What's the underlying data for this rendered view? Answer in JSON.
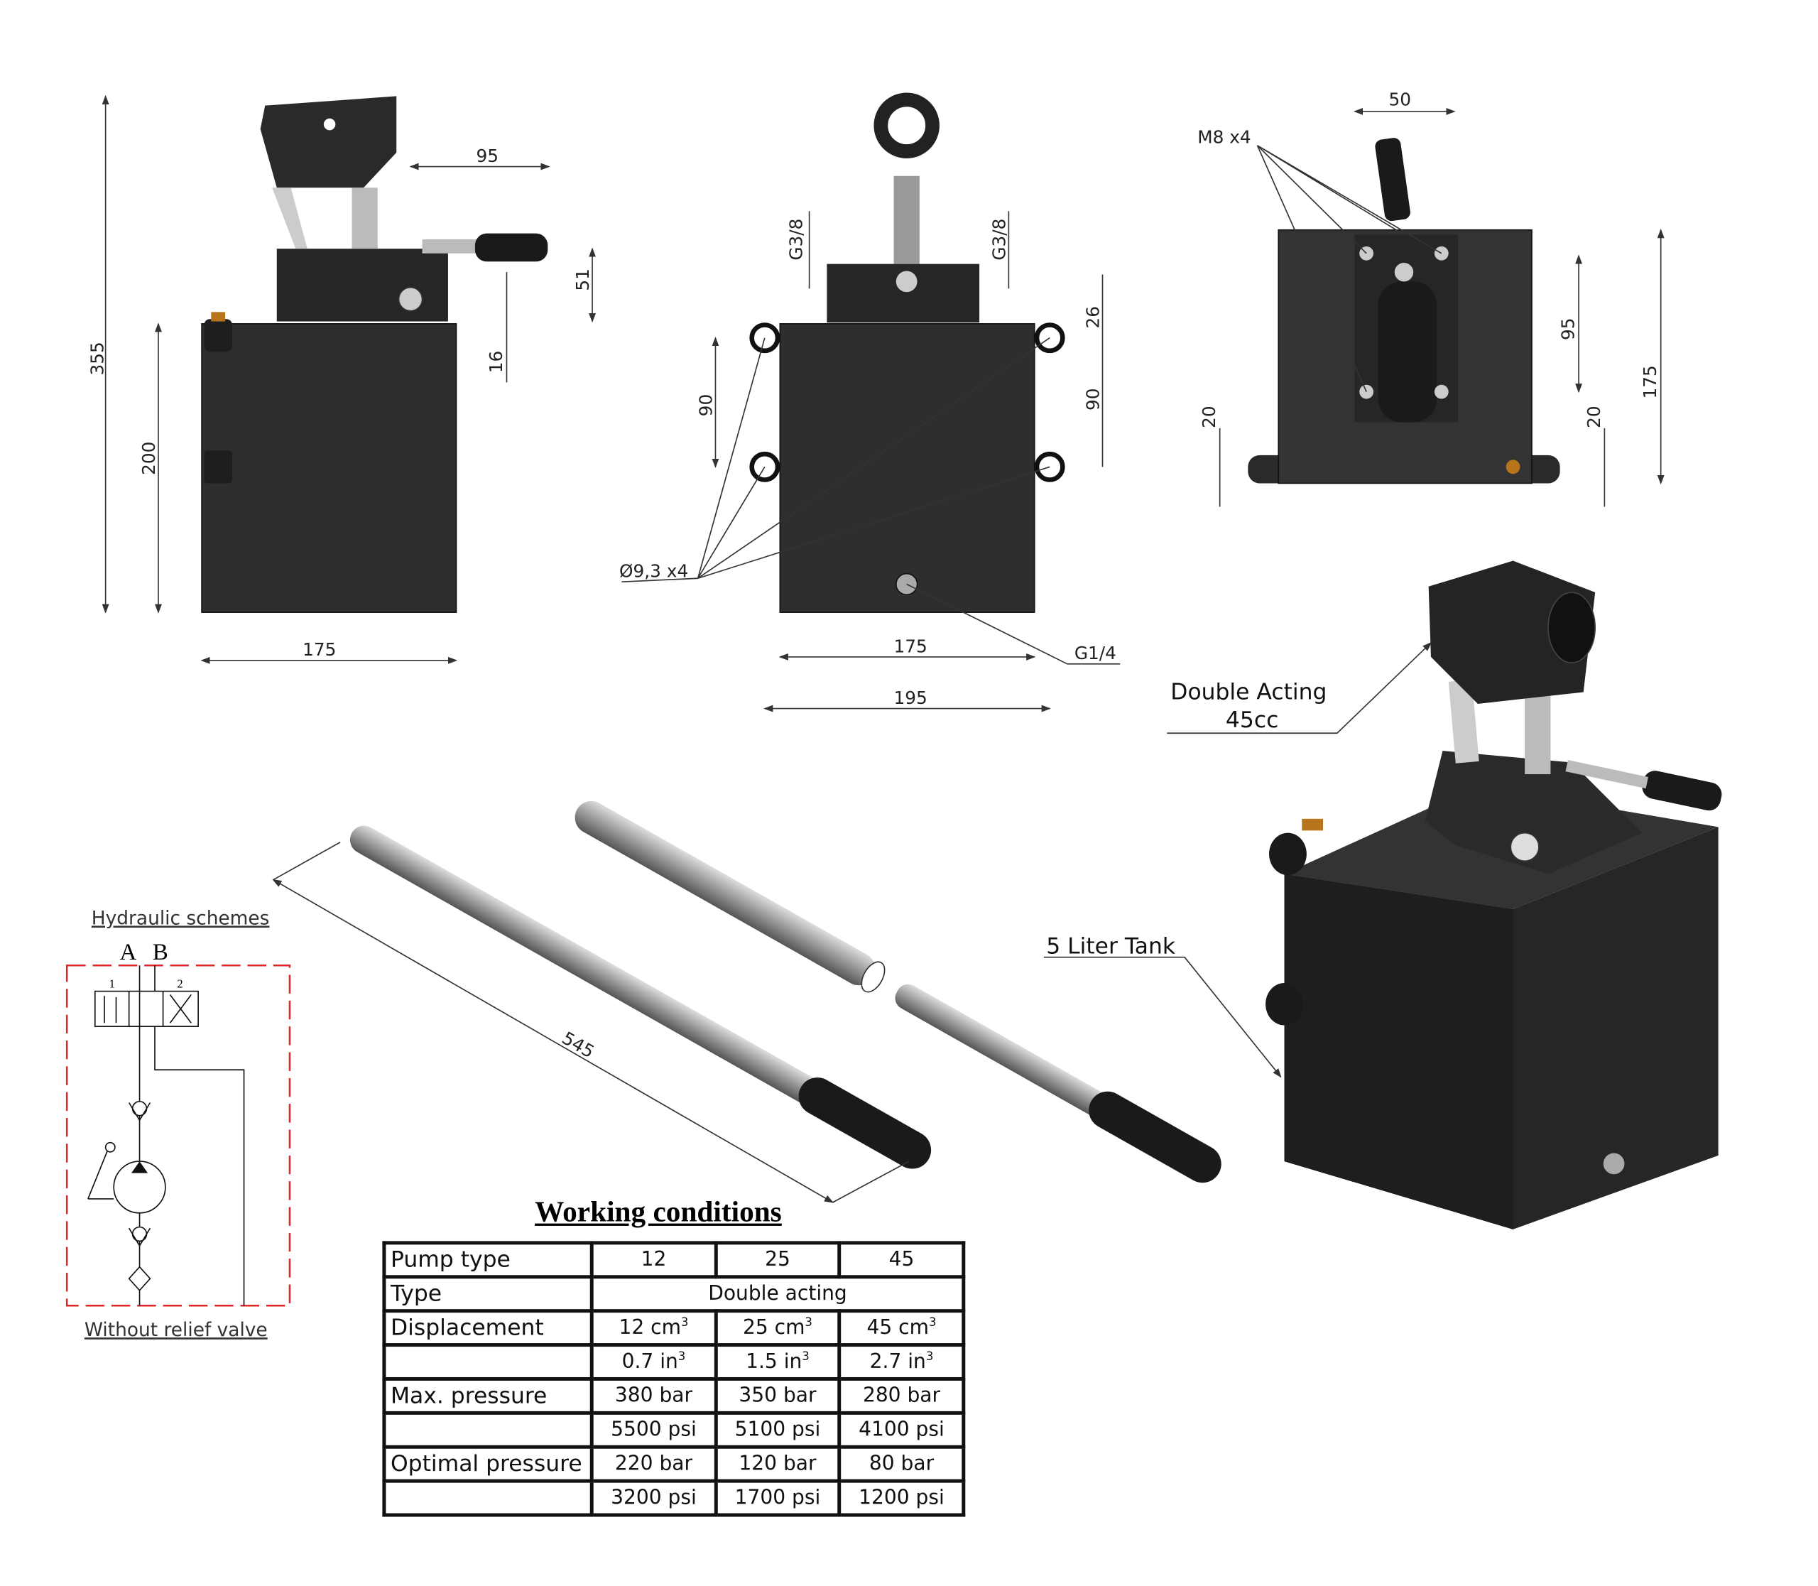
{
  "side_view": {
    "height_total": "355",
    "tank_height": "200",
    "width": "175",
    "handle_reach": "95",
    "handle_height": "51",
    "port_height": "16"
  },
  "front_view": {
    "port_left": "G3/8",
    "port_right": "G3/8",
    "dim_26": "26",
    "dim_90_left": "90",
    "dim_90_right": "90",
    "holes": "Ø9,3 x4",
    "width": "175",
    "width_total": "195",
    "drain": "G1/4"
  },
  "top_view": {
    "bolts": "M8 x4",
    "width": "50",
    "dim_95": "95",
    "dim_175": "175",
    "dim_20_left": "20",
    "dim_20_right": "20"
  },
  "callouts": {
    "pump_line1": "Double Acting",
    "pump_line2": "45cc",
    "tank": "5 Liter Tank",
    "handle_length": "545"
  },
  "hydraulic": {
    "title": "Hydraulic schemes",
    "port_a": "A",
    "port_b": "B",
    "pos1": "1",
    "pos2": "2",
    "caption": "Without relief valve",
    "frame_color": "#e0262b"
  },
  "working_conditions": {
    "title": "Working conditions",
    "rows": [
      {
        "label": "Pump type",
        "c1": "12",
        "c2": "25",
        "c3": "45"
      },
      {
        "label": "Type",
        "span": "Double acting"
      },
      {
        "label": "Displacement",
        "c1": "12 cm",
        "c2": "25 cm",
        "c3": "45 cm",
        "sup": "3"
      },
      {
        "label": "",
        "c1": "0.7 in",
        "c2": "1.5 in",
        "c3": "2.7 in",
        "sup": "3"
      },
      {
        "label": "Max. pressure",
        "c1": "380 bar",
        "c2": "350 bar",
        "c3": "280 bar"
      },
      {
        "label": "",
        "c1": "5500 psi",
        "c2": "5100 psi",
        "c3": "4100 psi"
      },
      {
        "label": "Optimal pressure",
        "c1": "220 bar",
        "c2": "120 bar",
        "c3": "80 bar"
      },
      {
        "label": "",
        "c1": "3200 psi",
        "c2": "1700 psi",
        "c3": "1200 psi"
      }
    ]
  }
}
